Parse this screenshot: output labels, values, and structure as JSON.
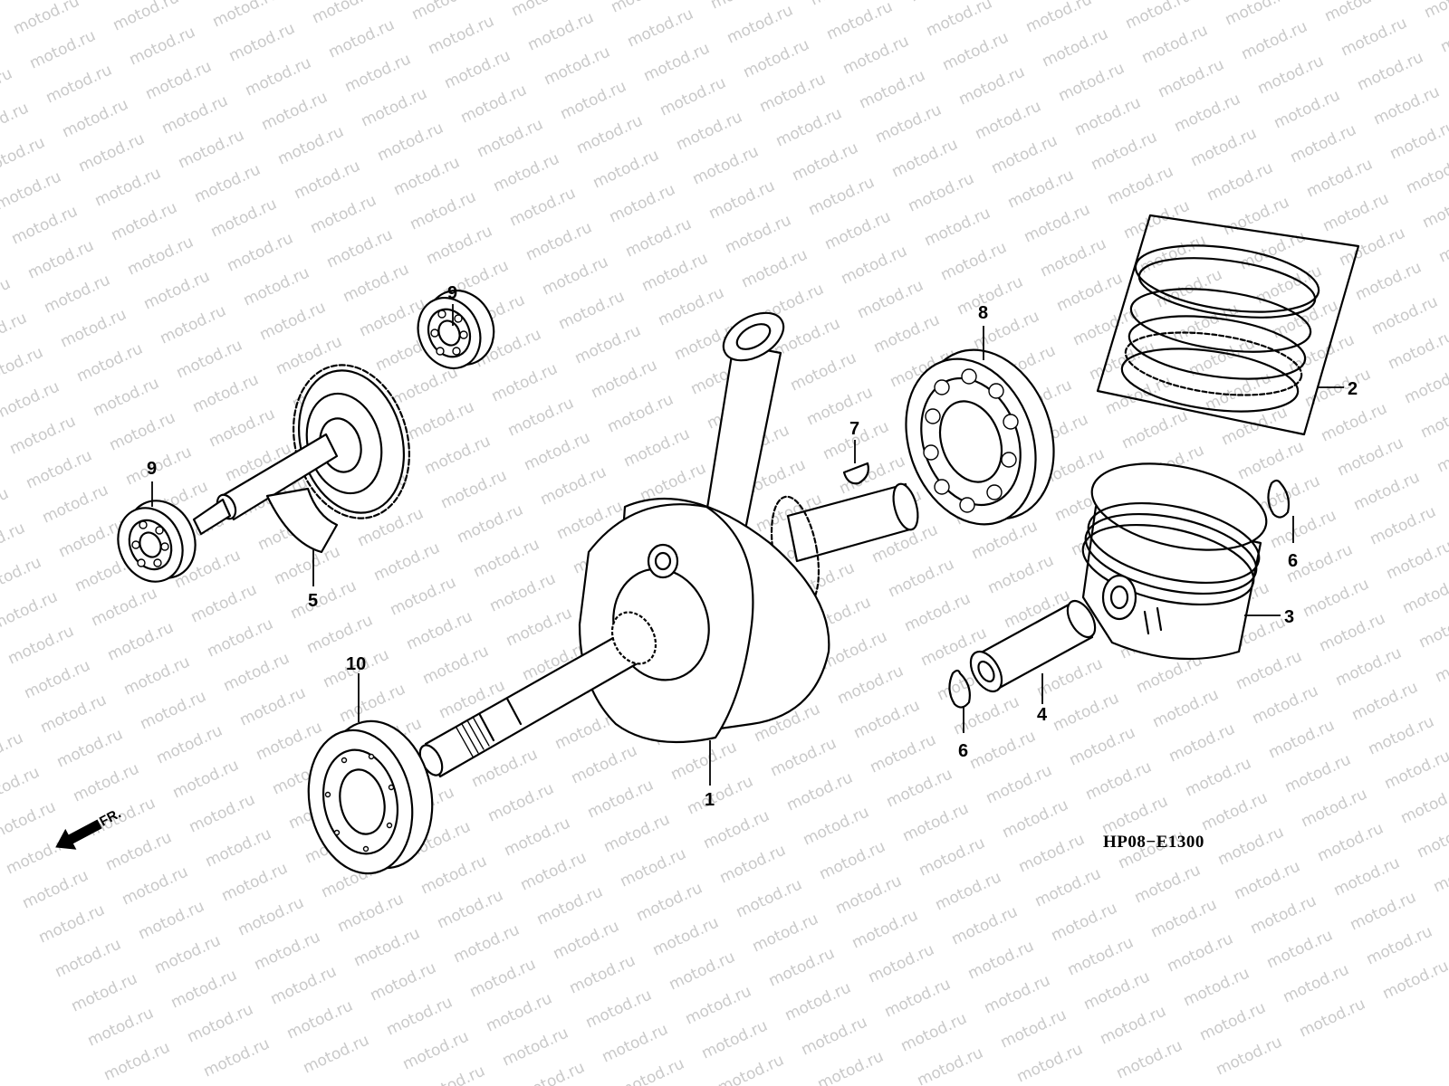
{
  "watermark": {
    "text": "motod.ru",
    "color": "#c9c9c9"
  },
  "diagram": {
    "reference_code": "HP08−E1300",
    "front_indicator": "FR.",
    "line_color": "#000000",
    "background_color": "#ffffff",
    "callouts": [
      {
        "id": "1",
        "label": "1"
      },
      {
        "id": "2",
        "label": "2"
      },
      {
        "id": "3",
        "label": "3"
      },
      {
        "id": "4",
        "label": "4"
      },
      {
        "id": "5",
        "label": "5"
      },
      {
        "id": "6a",
        "label": "6"
      },
      {
        "id": "6b",
        "label": "6"
      },
      {
        "id": "7",
        "label": "7"
      },
      {
        "id": "8",
        "label": "8"
      },
      {
        "id": "9a",
        "label": "9"
      },
      {
        "id": "9b",
        "label": "9"
      },
      {
        "id": "10",
        "label": "10"
      }
    ]
  }
}
